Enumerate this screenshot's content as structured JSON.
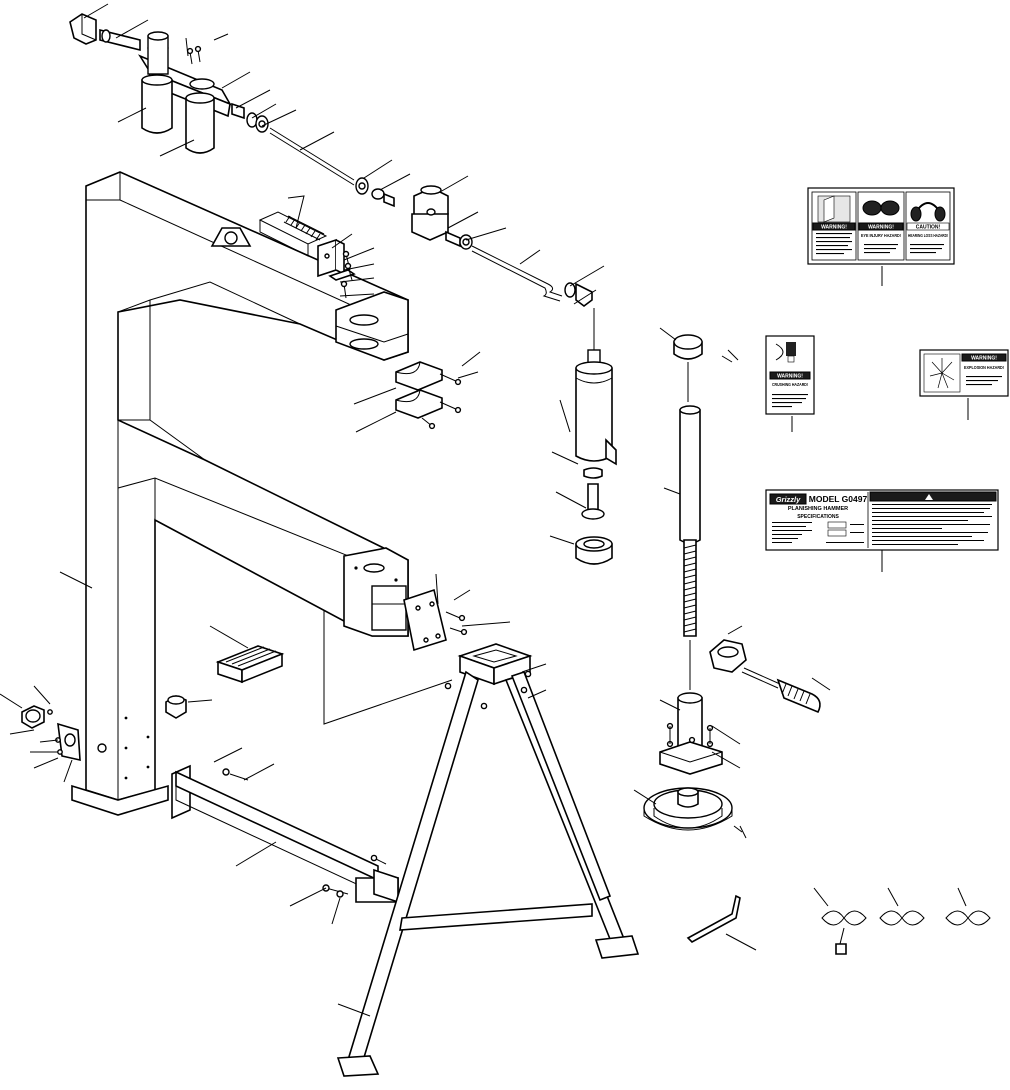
{
  "labels": {
    "warning": "WARNING!",
    "caution": "CAUTION!",
    "eye_injury": "EYE INJURY HAZARD!",
    "hearing_loss": "HEARING LOSS HAZARD!",
    "crushing": "CRUSHING HAZARD!",
    "explosion": "EXPLOSION HAZARD!",
    "brand": "Grizzly",
    "model": "MODEL G0497",
    "machine": "PLANISHING HAMMER",
    "specifications": "SPECIFICATIONS"
  },
  "colors": {
    "ink": "#000000",
    "paper": "#ffffff",
    "label_black": "#1a1a1a"
  }
}
